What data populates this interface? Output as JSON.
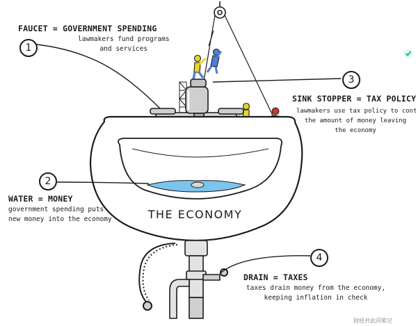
{
  "diagram": {
    "sink_label": "THE ECONOMY",
    "callouts": [
      {
        "number": "1",
        "title": "FAUCET = GOVERNMENT SPENDING",
        "lines": [
          "lawmakers fund programs",
          "and services"
        ]
      },
      {
        "number": "2",
        "title": "WATER = MONEY",
        "lines": [
          "government spending puts",
          "new money into the economy"
        ]
      },
      {
        "number": "3",
        "title": "SINK STOPPER = TAX POLICY",
        "lines": [
          "lawmakers use tax policy to control",
          "the amount of money leaving",
          "the economy"
        ]
      },
      {
        "number": "4",
        "title": "DRAIN = TAXES",
        "lines": [
          "taxes drain money from the economy,",
          "keeping inflation in check"
        ]
      }
    ]
  },
  "watermark": "财经共此间笔记",
  "colors": {
    "ink": "#1b1b1b",
    "water": "#7cc4ec",
    "person_pink": "#e46aa2",
    "person_yellow": "#e8d52a",
    "person_blue": "#4f7fd8",
    "person_red": "#d8332c",
    "person_orange": "#f0a13a",
    "brand_green": "#28b77a"
  }
}
